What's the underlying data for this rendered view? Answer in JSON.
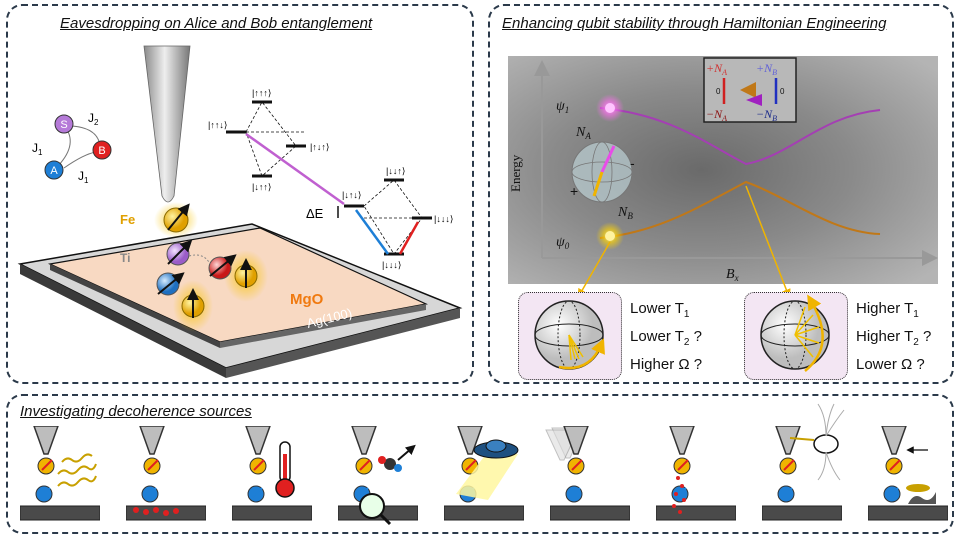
{
  "panel1": {
    "title": "Eavesdropping on Alice and Bob entanglement",
    "spin_labels": {
      "s": "S",
      "a": "A",
      "b": "B"
    },
    "couplings": {
      "j1_left": "J",
      "j2": "J",
      "j1_bottom": "J",
      "sub1": "1",
      "sub2": "2"
    },
    "atoms": {
      "fe": "Fe",
      "ti": "Ti"
    },
    "substrate": {
      "mgo": "MgO",
      "ag": "Ag(100)"
    },
    "delta_e": "ΔE",
    "levels": [
      "|↑↑↑⟩",
      "|↑↑↓⟩",
      "|↑↓↑⟩",
      "|↓↑↑⟩",
      "|↓↑↓⟩",
      "|↓↓↑⟩",
      "|↓↓↓⟩",
      "|↓↓↓⟩"
    ]
  },
  "panel2": {
    "title": "Enhancing qubit stability through Hamiltonian Engineering",
    "axis_y": "Energy",
    "axis_x": "B",
    "axis_x_sub": "x",
    "psi1": "ψ",
    "psi1_sub": "1",
    "psi0": "ψ",
    "psi0_sub": "0",
    "na": "N",
    "na_sub": "A",
    "nb": "N",
    "nb_sub": "B",
    "plus": "+",
    "minus": "-",
    "inset": {
      "plus_na": "+N",
      "plus_nb": "+N",
      "minus_na": "−N",
      "minus_nb": "−N",
      "sub_a": "A",
      "sub_b": "B",
      "zero": "0"
    },
    "left_box": [
      "Lower T",
      "Lower T",
      "Higher Ω ?"
    ],
    "left_subs": [
      "1",
      "2",
      ""
    ],
    "left_tail": [
      "",
      " ?",
      ""
    ],
    "right_box": [
      "Higher T",
      "Higher T",
      "Lower Ω ?"
    ],
    "right_subs": [
      "1",
      "2",
      ""
    ],
    "right_tail": [
      "",
      " ?",
      ""
    ]
  },
  "panel3": {
    "title": "Investigating decoherence sources",
    "sources": [
      "photon-noise",
      "substrate-electrons",
      "temperature",
      "molecule-collision",
      "light-illumination",
      "tip-vibration",
      "tunneling-current",
      "magnetic-field",
      "surface-adsorbate"
    ]
  },
  "colors": {
    "border": "#2b3a4a",
    "fe": "#f0b400",
    "ti_purple": "#b57ad8",
    "spin_blue": "#1e7fd6",
    "spin_red": "#e02020",
    "mgo": "#f8d9c2",
    "curve_top": "#a43fb3",
    "curve_bottom": "#c07818",
    "box_pink": "#f3e6f3"
  }
}
